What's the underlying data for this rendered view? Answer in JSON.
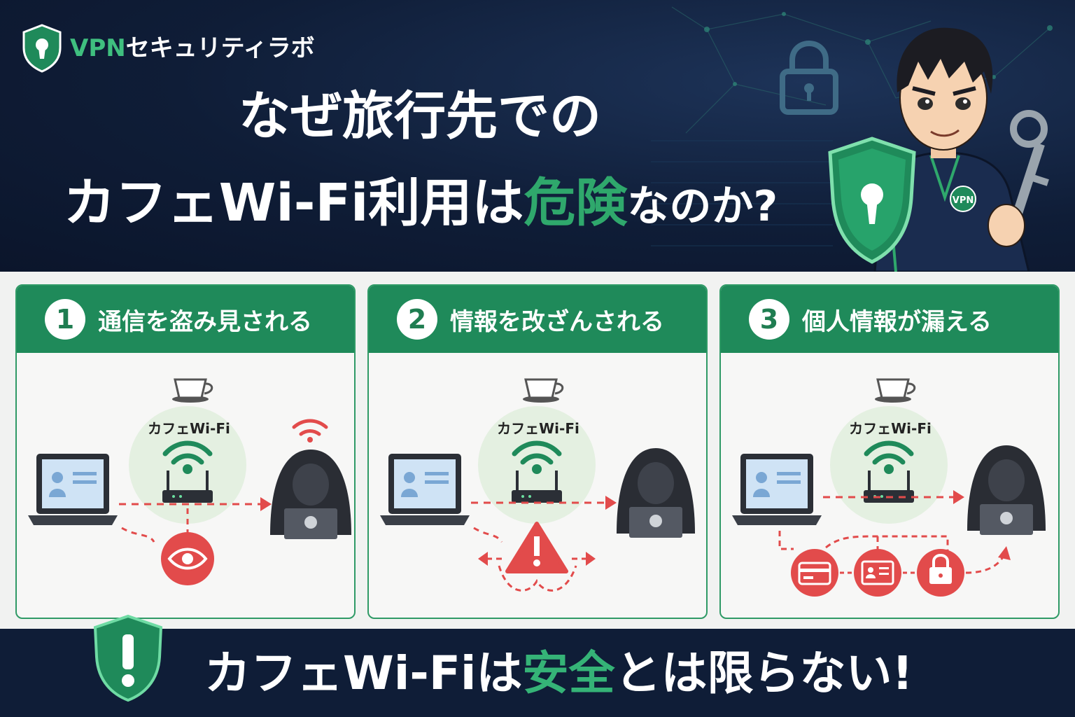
{
  "brand": {
    "vpn": "VPN",
    "rest": "セキュリティラボ"
  },
  "title": {
    "line1": "なぜ旅行先での",
    "line2_a": "カフェWi-Fi利用は",
    "line2_accent": "危険",
    "line2_b": "なのか?"
  },
  "mascot": {
    "badge": "VPN"
  },
  "panels": [
    {
      "num": "1",
      "label": "通信を盗み見される",
      "wifi": "カフェWi-Fi",
      "threat_icon": "eye-icon"
    },
    {
      "num": "2",
      "label": "情報を改ざんされる",
      "wifi": "カフェWi-Fi",
      "threat_icon": "warning-icon"
    },
    {
      "num": "3",
      "label": "個人情報が漏える",
      "wifi": "カフェWi-Fi",
      "threat_icon": "data-leak-icons"
    }
  ],
  "footer": {
    "a": "カフェWi-Fiは",
    "accent": "安全",
    "b": "とは限らない!"
  },
  "colors": {
    "green": "#1f8a5a",
    "accent_green": "#35b377",
    "navy": "#0f1d37",
    "red": "#e24b4b"
  }
}
